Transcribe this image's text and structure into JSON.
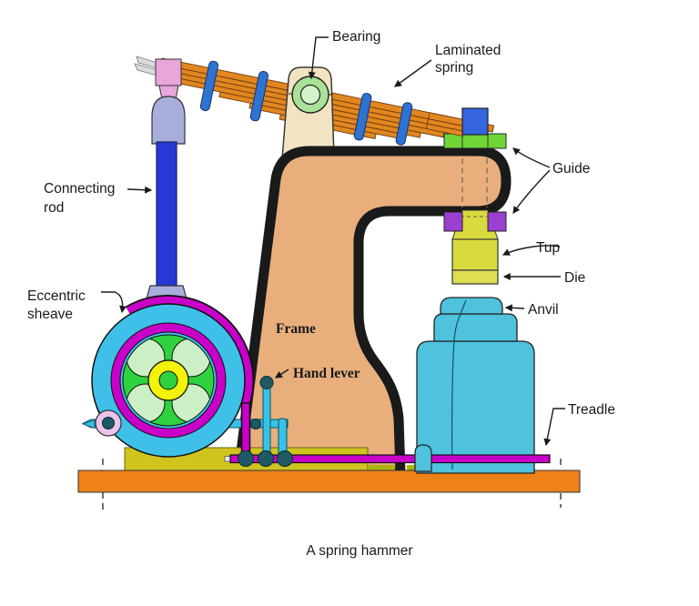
{
  "figure": {
    "caption": "A spring hammer"
  },
  "labels": {
    "bearing": "Bearing",
    "laminated_spring": {
      "line1": "Laminated",
      "line2": "spring"
    },
    "guide": "Guide",
    "tup": "Tup",
    "die": "Die",
    "anvil": "Anvil",
    "treadle": "Treadle",
    "connecting_rod": {
      "line1": "Connecting",
      "line2": "rod"
    },
    "eccentric_sheave": {
      "line1": "Eccentric",
      "line2": "sheave"
    },
    "frame": "Frame",
    "hand_lever": "Hand lever"
  },
  "colors": {
    "frame": "#E8AF7C",
    "frame_outline": "#1A1A1A",
    "spring": "#E2861F",
    "strap": "#2E72D2",
    "pillar": "#F2E4C2",
    "bearing_ring": "#A9E297",
    "bearing_inner": "#D7F3CB",
    "blue_block": "#3565E0",
    "guide_green": "#70D636",
    "guide_purple": "#9B3FD1",
    "tup_yellow": "#D9DA3E",
    "die_yellow": "#DEDE52",
    "anvil_cyan": "#4FC2DD",
    "wheel_cyan": "#3FC0E8",
    "magenta": "#C800C8",
    "pale_green": "#CDEFC5",
    "green": "#2ED23E",
    "hub_yellow": "#F2F20A",
    "rod_blue": "#2638D6",
    "lavender": "#A8AEDC",
    "clamp_pink": "#E8A6DA",
    "axle_pink": "#ECC4EB",
    "pivot_teal": "#1E5964",
    "link_cyan": "#38C2E8",
    "platform": "#CFC41E",
    "platform_dark": "#AEB40E",
    "base": "#F08018",
    "label_ink": "#1A1A1A"
  }
}
